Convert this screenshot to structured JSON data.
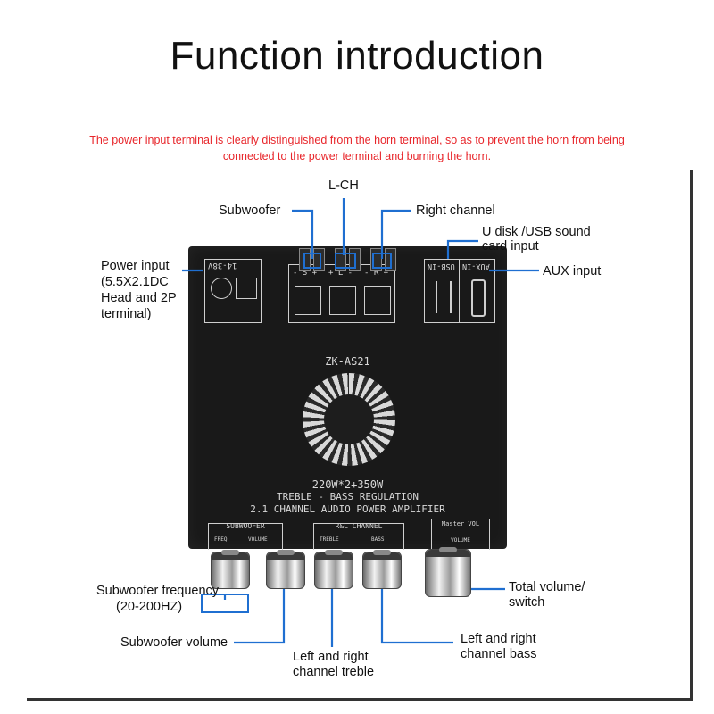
{
  "title": "Function introduction",
  "warning": "The power input terminal is clearly distinguished from the horn terminal, so as to prevent the horn from being connected to the power terminal and burning the horn.",
  "labels": {
    "lch": "L-CH",
    "subwoofer": "Subwoofer",
    "right_channel": "Right channel",
    "usb_l1": "U disk /USB sound",
    "usb_l2": "card input",
    "aux": "AUX input",
    "power_l1": "Power input",
    "power_l2": "(5.5X2.1DC",
    "power_l3": "Head and 2P",
    "power_l4": "terminal)",
    "sub_freq_l1": "Subwoofer frequency",
    "sub_freq_l2": "(20-200HZ)",
    "sub_vol": "Subwoofer volume",
    "treble_l1": "Left and right",
    "treble_l2": "channel treble",
    "bass_l1": "Left and right",
    "bass_l2": "channel bass",
    "total_l1": "Total volume/",
    "total_l2": "switch"
  },
  "board": {
    "model": "ZK-AS21",
    "power_spec": "220W*2+350W",
    "line2": "TREBLE - BASS REGULATION",
    "line3": "2.1 CHANNEL AUDIO POWER AMPLIFIER",
    "voltage": "14-38V",
    "usb_in": "USB-IN",
    "aux_in": "AUX-IN",
    "sub_group": "SUBWOOFER",
    "rl_group": "R&L CHANNEL",
    "freq": "FREQ",
    "volume": "VOLUME",
    "treble": "TREBLE",
    "bass": "BASS",
    "master": "Master VOL",
    "master_vol": "VOLUME",
    "term_s": "- S +",
    "term_l": "+ L -",
    "term_r": "- R +"
  },
  "colors": {
    "title": "#111111",
    "warning": "#e8262b",
    "callout_line": "#1f6fd1",
    "board": "#191919",
    "board_text": "#d8d8d8"
  }
}
